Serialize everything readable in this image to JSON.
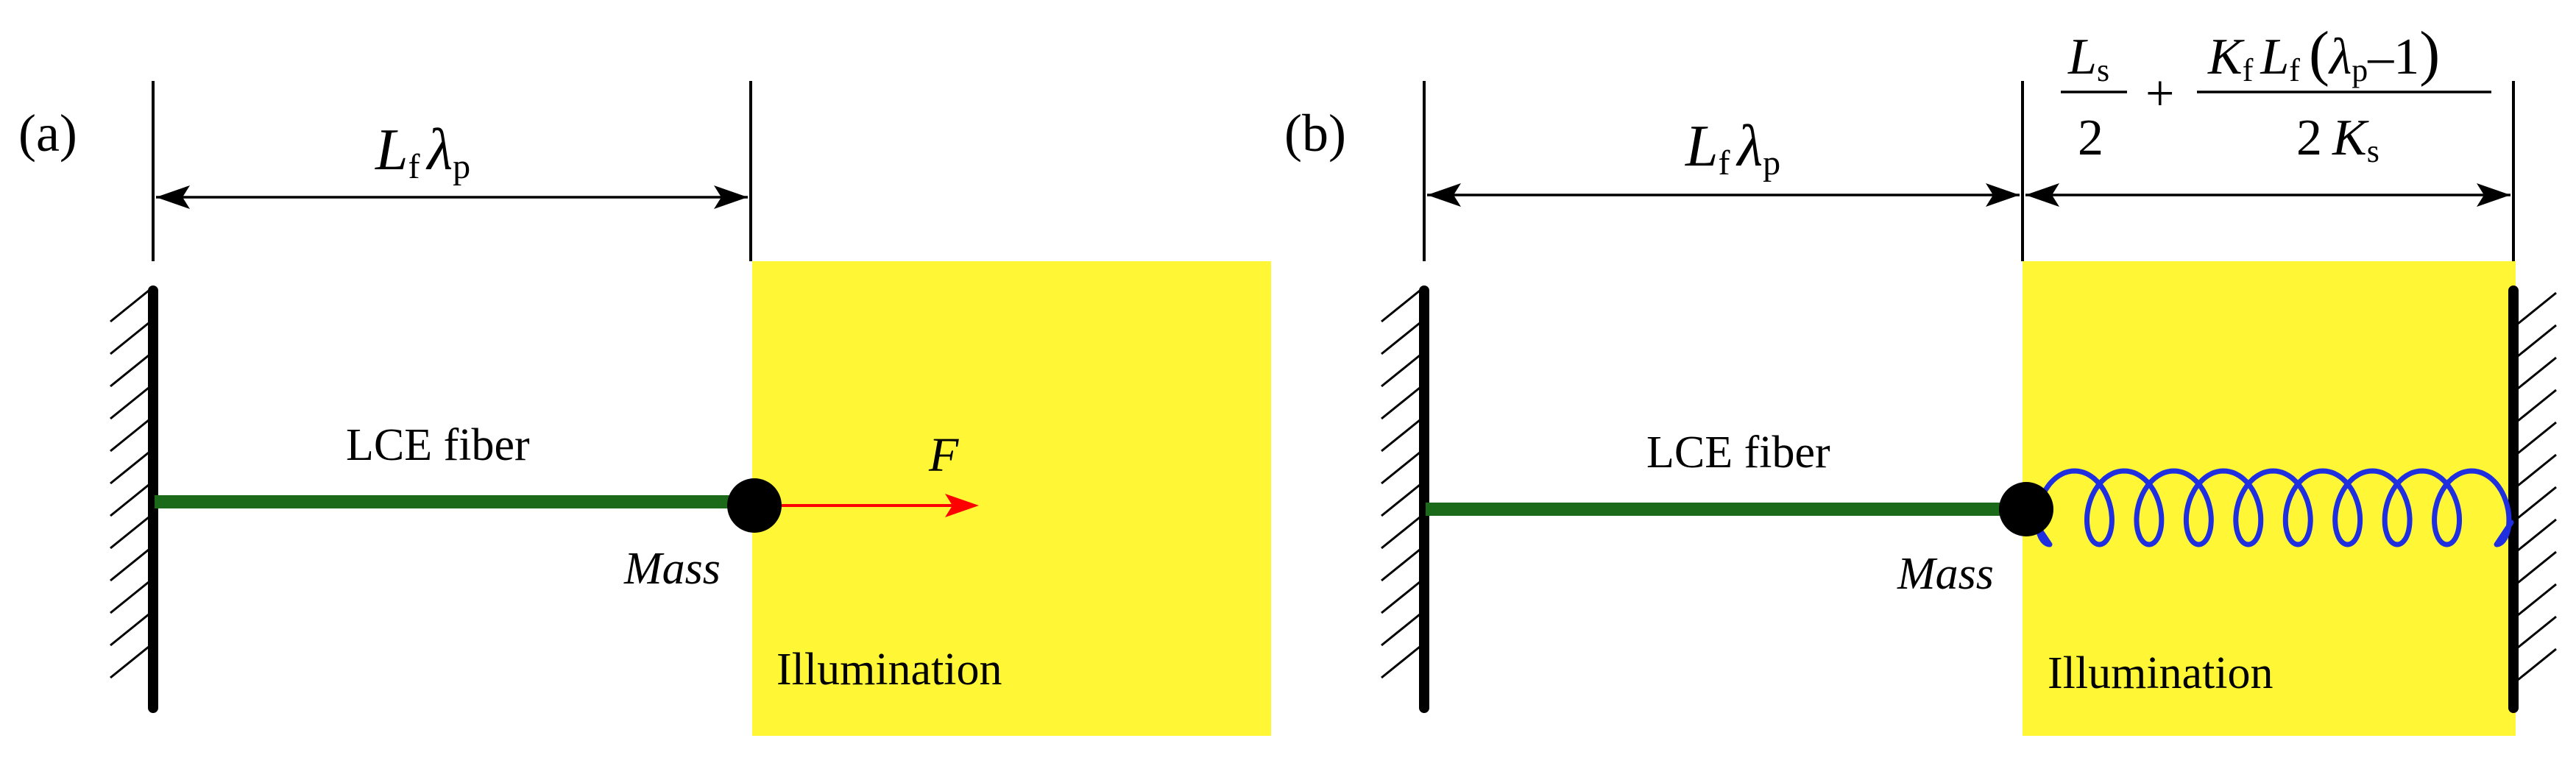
{
  "panel_a": {
    "label": "(a)",
    "dimension_symbol": "L",
    "dimension_sub1": "f",
    "dimension_lambda": "λ",
    "dimension_sub2": "p",
    "fiber_label": "LCE fiber",
    "mass_label": "Mass",
    "force_label": "F",
    "illumination_label": "Illumination"
  },
  "panel_b": {
    "label": "(b)",
    "dimension_symbol": "L",
    "dimension_sub1": "f",
    "dimension_lambda": "λ",
    "dimension_sub2": "p",
    "formula": {
      "frac1_num": "L",
      "frac1_num_sub": "s",
      "frac1_den": "2",
      "plus": "+",
      "frac2_num_K": "K",
      "frac2_num_K_sub": "f",
      "frac2_num_L": "L",
      "frac2_num_L_sub": "f",
      "frac2_num_lparen": "(",
      "frac2_num_lambda": "λ",
      "frac2_num_lambda_sub": "p",
      "frac2_num_minus_one": "–1",
      "frac2_num_rparen": ")",
      "frac2_den_two": "2",
      "frac2_den_K": "K",
      "frac2_den_K_sub": "s"
    },
    "fiber_label": "LCE fiber",
    "mass_label": "Mass",
    "illumination_label": "Illumination"
  },
  "colors": {
    "illumination": "#FFF736",
    "fiber": "#1A6A1A",
    "force_arrow": "#FF0000",
    "spring": "#1F2FE0",
    "wall": "#000000"
  }
}
